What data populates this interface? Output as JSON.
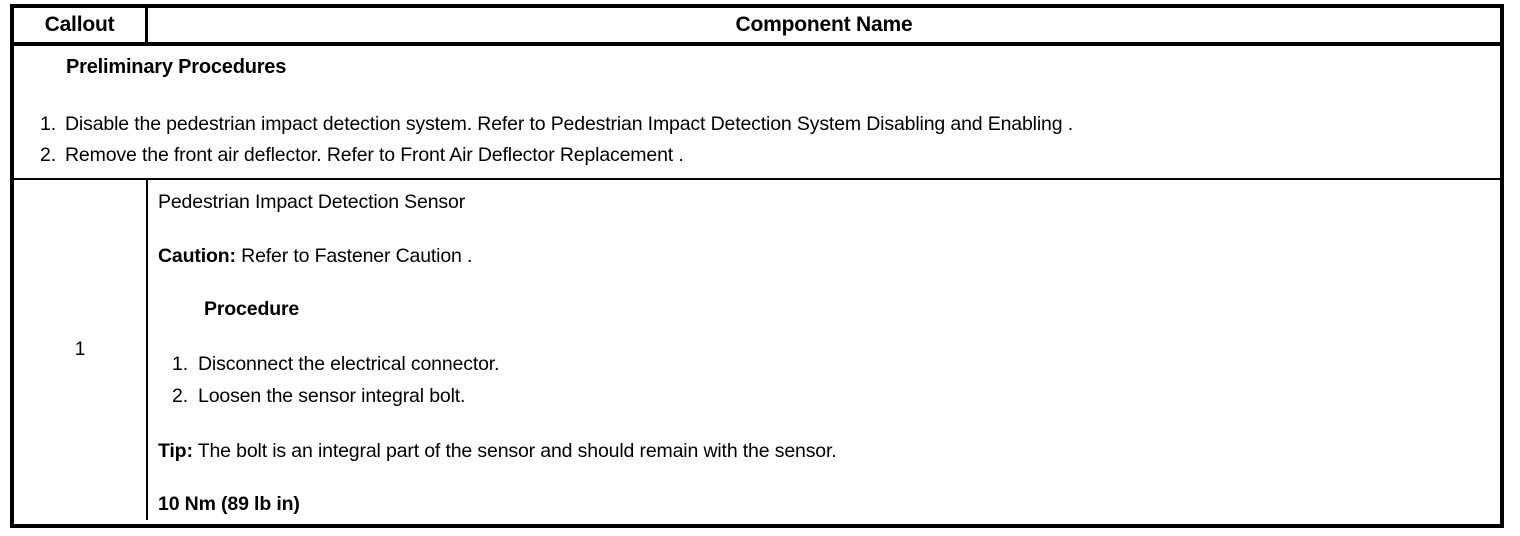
{
  "table": {
    "header": {
      "callout_label": "Callout",
      "component_label": "Component Name"
    },
    "preliminary": {
      "title": "Preliminary Procedures",
      "steps": [
        {
          "number": "1.",
          "text": "Disable the pedestrian impact detection system. Refer to Pedestrian Impact Detection System Disabling and Enabling ."
        },
        {
          "number": "2.",
          "text": "Remove the front air deflector. Refer to Front Air Deflector Replacement ."
        }
      ]
    },
    "rows": [
      {
        "callout": "1",
        "component_name": "Pedestrian Impact Detection Sensor",
        "caution": {
          "label": "Caution:",
          "text": " Refer to Fastener Caution ."
        },
        "procedure_title": "Procedure",
        "procedure_steps": [
          {
            "number": "1.",
            "text": "Disconnect the electrical connector."
          },
          {
            "number": "2.",
            "text": "Loosen the sensor integral bolt."
          }
        ],
        "tip": {
          "label": "Tip:",
          "text": " The bolt is an integral part of the sensor and should remain with the sensor."
        },
        "torque": "10 Nm (89 lb in)"
      }
    ]
  },
  "colors": {
    "border": "#000000",
    "text": "#000000",
    "background": "#ffffff"
  }
}
